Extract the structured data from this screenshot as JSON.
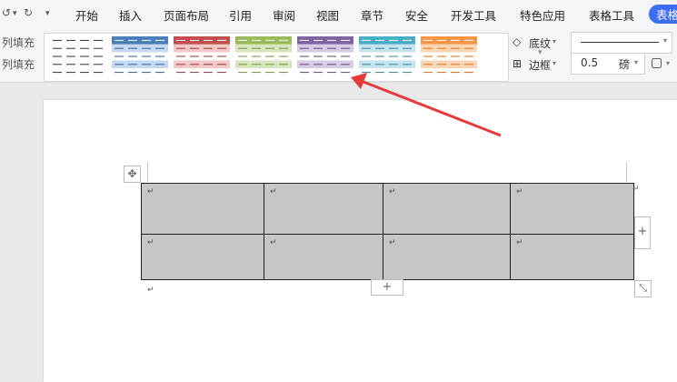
{
  "quick_access": {
    "undo": "↺",
    "redo": "↻",
    "more": "▾"
  },
  "menu_tabs": [
    "开始",
    "插入",
    "页面布局",
    "引用",
    "审阅",
    "视图",
    "章节",
    "安全",
    "开发工具",
    "特色应用",
    "表格工具"
  ],
  "active_tab": "表格",
  "left_panel": {
    "item1": "列填充",
    "item2": "列填充"
  },
  "ribbon": {
    "shading_label": "底纹",
    "border_label": "边框",
    "border_width_value": "0.5",
    "border_width_unit": "磅"
  },
  "table_styles": [
    {
      "name": "plain",
      "header": "#ffffff",
      "band": "#ffffff",
      "line": "#333333"
    },
    {
      "name": "blue",
      "header": "#4a7ebb",
      "band": "#c6d9f1",
      "line": "#2e5f9e"
    },
    {
      "name": "red",
      "header": "#c0504d",
      "band": "#f2c9c8",
      "line": "#963634"
    },
    {
      "name": "green",
      "header": "#9bbb59",
      "band": "#d8e6be",
      "line": "#76923c"
    },
    {
      "name": "purple",
      "header": "#8064a2",
      "band": "#d6cce3",
      "line": "#5f497a"
    },
    {
      "name": "teal",
      "header": "#4bacc6",
      "band": "#c5e4ee",
      "line": "#31849b"
    },
    {
      "name": "orange",
      "header": "#f79646",
      "band": "#fbd6b6",
      "line": "#e46c0a"
    }
  ],
  "document": {
    "paragraph_mark": "↵",
    "table": {
      "rows": 2,
      "cols": 4,
      "cell_bg": "#c6c6c6"
    },
    "add_symbol": "+",
    "move_symbol": "✥",
    "resize_symbol": "⤡"
  },
  "colors": {
    "accent": "#3d6df2",
    "arrow": "#e8393b"
  }
}
